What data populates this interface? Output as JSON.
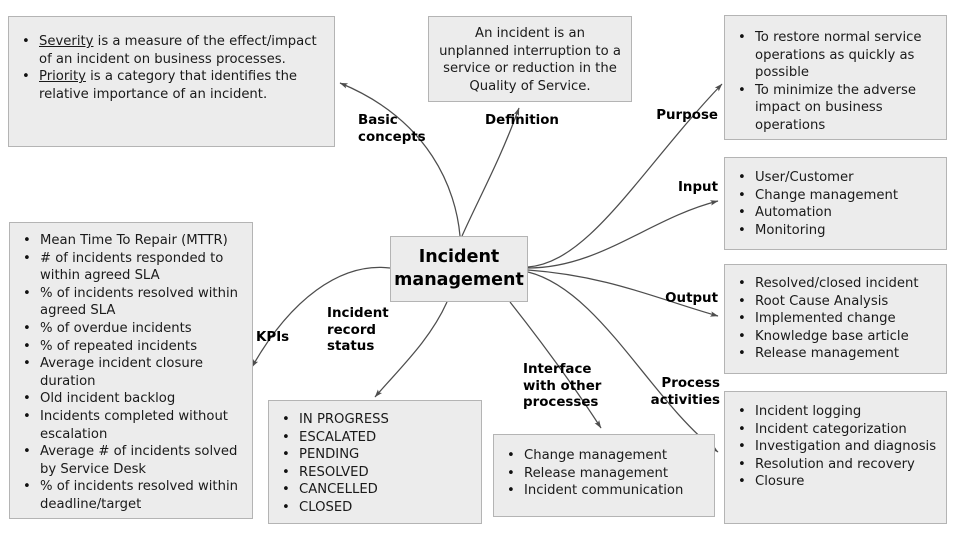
{
  "diagram": {
    "title": "Incident management",
    "type": "mind-map",
    "colors": {
      "node_fill": "#ececec",
      "node_border": "#b4b4b4",
      "edge": "#4d4d4d",
      "text": "#1a1a1a",
      "background": "#ffffff"
    }
  },
  "center": {
    "label": "Incident\nmanagement"
  },
  "branches": [
    {
      "id": "basic-concepts",
      "edge_label": "Basic\nconcepts",
      "node_kind": "bullets",
      "items": [
        "Severity is a measure of the effect/impact of an incident on business processes.",
        "Priority is a category that identifies the relative importance of an incident."
      ],
      "emphasis": [
        "Severity",
        "Priority"
      ]
    },
    {
      "id": "definition",
      "edge_label": "Definition",
      "node_kind": "paragraph",
      "text": "An incident is an unplanned interruption to a service or reduction in the Quality of Service."
    },
    {
      "id": "purpose",
      "edge_label": "Purpose",
      "node_kind": "bullets",
      "items": [
        "To restore normal service operations as quickly as possible",
        "To minimize the adverse impact on business operations"
      ]
    },
    {
      "id": "input",
      "edge_label": "Input",
      "node_kind": "bullets",
      "items": [
        "User/Customer",
        "Change management",
        "Automation",
        "Monitoring"
      ]
    },
    {
      "id": "output",
      "edge_label": "Output",
      "node_kind": "bullets",
      "items": [
        "Resolved/closed incident",
        "Root Cause Analysis",
        "Implemented change",
        "Knowledge base article",
        "Release management"
      ]
    },
    {
      "id": "process-activities",
      "edge_label": "Process\nactivities",
      "node_kind": "bullets",
      "items": [
        "Incident logging",
        "Incident categorization",
        "Investigation and diagnosis",
        "Resolution and recovery",
        "Closure"
      ]
    },
    {
      "id": "interface-with-other-processes",
      "edge_label": "Interface\nwith other\nprocesses",
      "node_kind": "bullets",
      "items": [
        "Change management",
        "Release management",
        "Incident communication"
      ]
    },
    {
      "id": "incident-record-status",
      "edge_label": "Incident\nrecord\nstatus",
      "node_kind": "bullets",
      "items": [
        "IN PROGRESS",
        "ESCALATED",
        "PENDING",
        "RESOLVED",
        "CANCELLED",
        "CLOSED"
      ]
    },
    {
      "id": "kpis",
      "edge_label": "KPIs",
      "node_kind": "bullets",
      "items": [
        "Mean Time To Repair (MTTR)",
        "# of incidents responded to within agreed SLA",
        "% of incidents resolved within agreed SLA",
        "% of overdue incidents",
        "% of repeated incidents",
        "Average incident closure duration",
        "Old incident backlog",
        "Incidents completed without escalation",
        "Average # of incidents solved by Service Desk",
        "% of incidents resolved within deadline/target"
      ]
    }
  ]
}
